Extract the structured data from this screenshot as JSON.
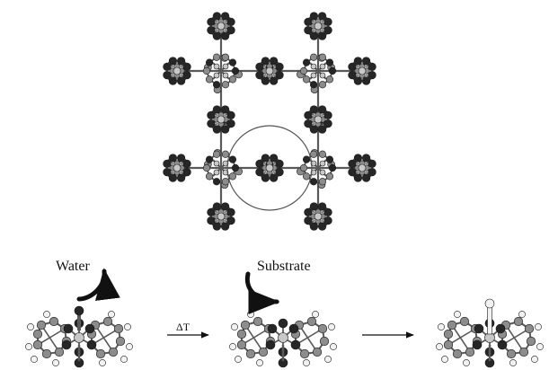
{
  "labels": {
    "water": "Water",
    "substrate": "Substrate",
    "heat_step": "ΔT"
  },
  "colors": {
    "background": "#ffffff",
    "carbon": "#8c8c8c",
    "oxygen": "#262626",
    "metal": "#c8c8c8",
    "hydrogen": "#f2f2f2",
    "bond": "#5a5a5a",
    "pore_outline": "#555555",
    "arrow": "#111111"
  },
  "icons": {
    "framework": "mof-framework",
    "pore": "pore-circle",
    "arrow_water": "curved-arrow-out",
    "arrow_substrate": "curved-arrow-in",
    "arrow_heat": "reaction-arrow",
    "arrow_bind": "reaction-arrow"
  }
}
